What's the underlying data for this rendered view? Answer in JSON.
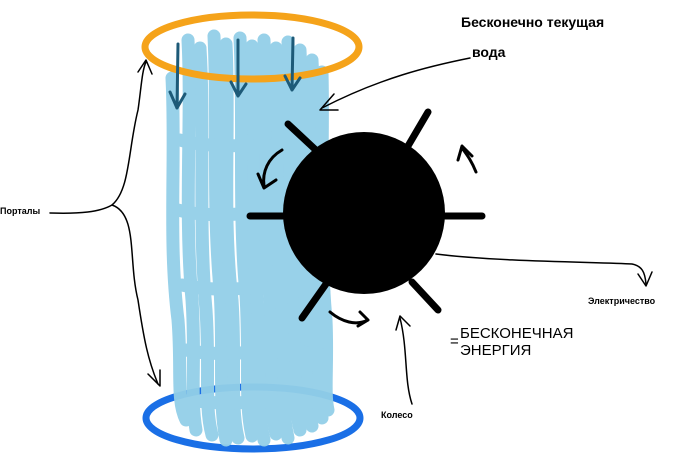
{
  "labels": {
    "water_line1": "Бесконечно текущая",
    "water_line2": "вода",
    "portals": "Порталы",
    "electricity": "Электричество",
    "wheel": "Колесо",
    "equals": "=",
    "energy_line1": "БЕСКОНЕЧНАЯ",
    "energy_line2": "ЭНЕРГИЯ"
  },
  "colors": {
    "portal_top": "#f5a31a",
    "portal_bottom": "#1a6fe6",
    "water": "#93cfe8",
    "flow_arrows": "#1d5a78",
    "wheel": "#000000",
    "ink": "#000000",
    "background": "#ffffff"
  }
}
